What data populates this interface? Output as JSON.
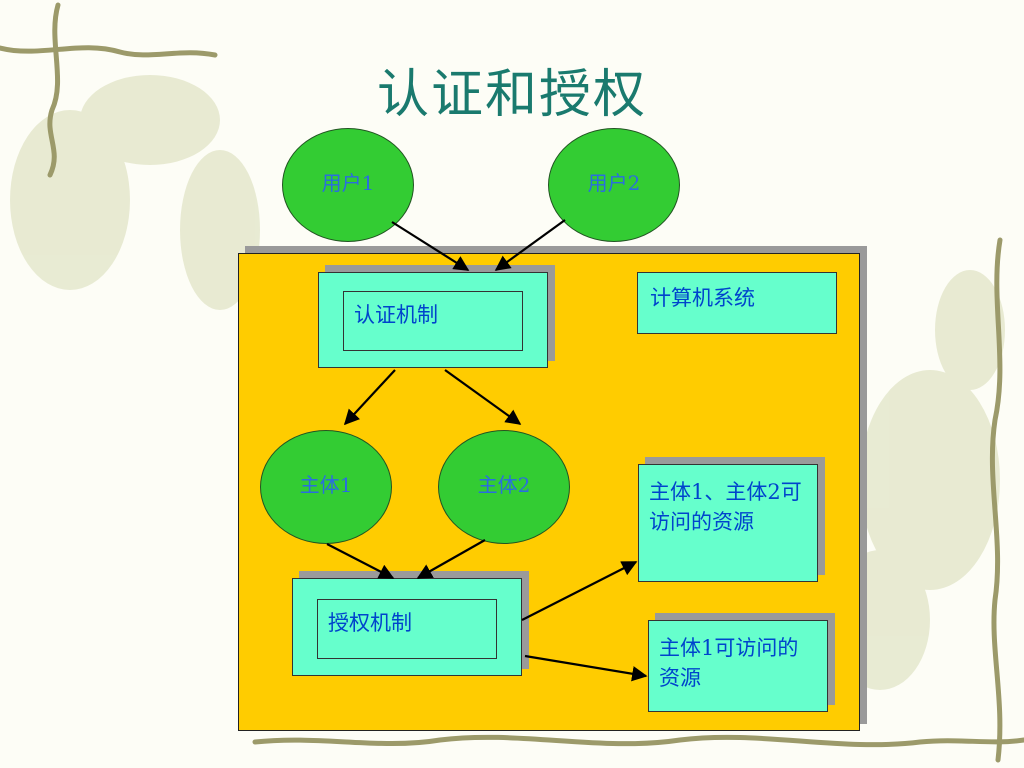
{
  "title": "认证和授权",
  "system_label": "计算机系统",
  "users": [
    "用户1",
    "用户2"
  ],
  "auth_mechanism": "认证机制",
  "subjects": [
    "主体1",
    "主体2"
  ],
  "authorization_mechanism": "授权机制",
  "resource_both": "主体1、主体2可访问的资源",
  "resource_one": "主体1可访问的资源",
  "colors": {
    "title": "#1a7a6e",
    "system_fill": "#ffcc00",
    "box_fill": "#66ffcc",
    "ellipse_fill": "#33cc33",
    "text": "#0044cc"
  }
}
